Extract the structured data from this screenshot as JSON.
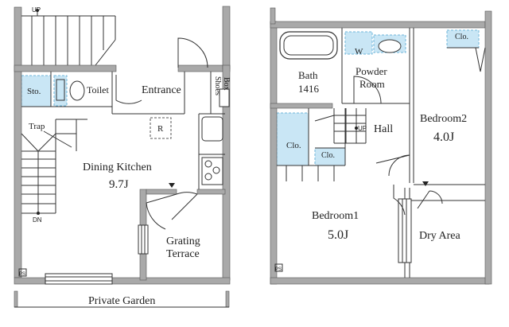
{
  "colors": {
    "wall": "#a9a9a9",
    "wall_edge": "#555555",
    "line": "#333333",
    "storage_fill": "#c9e6f5",
    "storage_edge": "#6fb6d9",
    "background": "#ffffff"
  },
  "floor1": {
    "rooms": {
      "entrance": "Entrance",
      "toilet": "Toilet",
      "storage": "Sto.",
      "shoes_box_line1": "Shoes",
      "shoes_box_line2": "Box",
      "trap": "Trap",
      "dining_kitchen": "Dining Kitchen",
      "dining_kitchen_size": "9.7J",
      "refrigerator": "R",
      "grating_line1": "Grating",
      "grating_line2": "Terrace",
      "private_garden": "Private Garden"
    },
    "stair_up": "UP",
    "stair_down": "DN",
    "ps": "PS"
  },
  "floor2": {
    "rooms": {
      "bath": "Bath",
      "bath_size": "1416",
      "washer": "W",
      "powder_line1": "Powder",
      "powder_line2": "Room",
      "hall": "Hall",
      "bedroom2": "Bedroom2",
      "bedroom2_size": "4.0J",
      "bedroom1": "Bedroom1",
      "bedroom1_size": "5.0J",
      "dry_area": "Dry Area",
      "closet_a": "Clo.",
      "closet_b": "Clo.",
      "closet_c": "Clo."
    },
    "stair_up": "UP",
    "ps": "PS"
  }
}
